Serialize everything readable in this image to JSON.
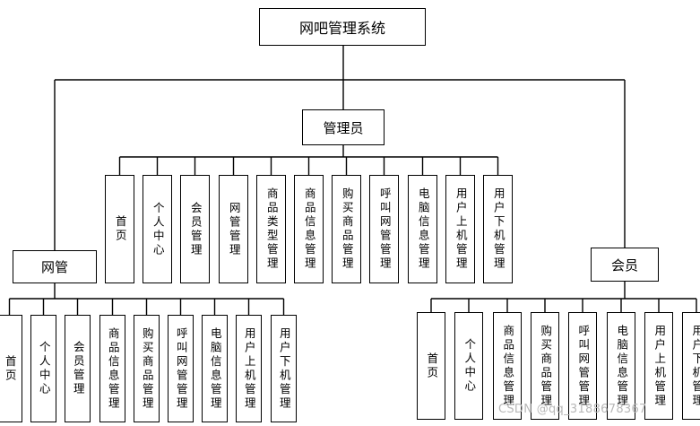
{
  "title": "网吧管理系统",
  "admin": {
    "label": "管理员",
    "modules": [
      "首页",
      "个人中心",
      "会员管理",
      "网管管理",
      "商品类型管理",
      "商品信息管理",
      "购买商品管理",
      "呼叫网管管理",
      "电脑信息管理",
      "用户上机管理",
      "用户下机管理"
    ]
  },
  "netadmin": {
    "label": "网管",
    "modules": [
      "首页",
      "个人中心",
      "会员管理",
      "商品信息管理",
      "购买商品管理",
      "呼叫网管管理",
      "电脑信息管理",
      "用户上机管理",
      "用户下机管理"
    ]
  },
  "member": {
    "label": "会员",
    "modules": [
      "首页",
      "个人中心",
      "商品信息管理",
      "购买商品管理",
      "呼叫网管管理",
      "电脑信息管理",
      "用户上机管理",
      "用户下机管理"
    ]
  },
  "watermark": "CSDN @qq_3188678367"
}
